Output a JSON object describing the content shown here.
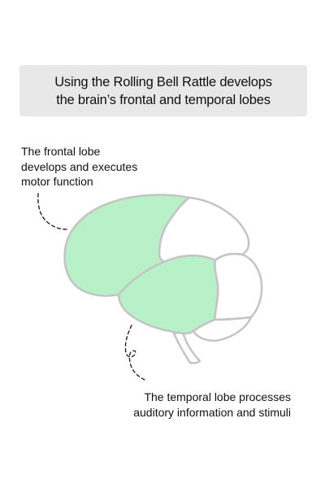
{
  "header": {
    "line1": "Using the Rolling Bell Rattle develops",
    "line2": "the brain’s frontal and temporal lobes"
  },
  "frontal_note": {
    "lines": [
      "The frontal lobe",
      "develops and executes",
      "motor function"
    ]
  },
  "temporal_note": {
    "lines": [
      "The temporal lobe processes",
      "auditory information and stimuli"
    ]
  },
  "colors": {
    "highlight": "#b8f0c8",
    "outline": "#c4c4c4",
    "header_bg": "#e8e8e8",
    "text": "#111111"
  }
}
